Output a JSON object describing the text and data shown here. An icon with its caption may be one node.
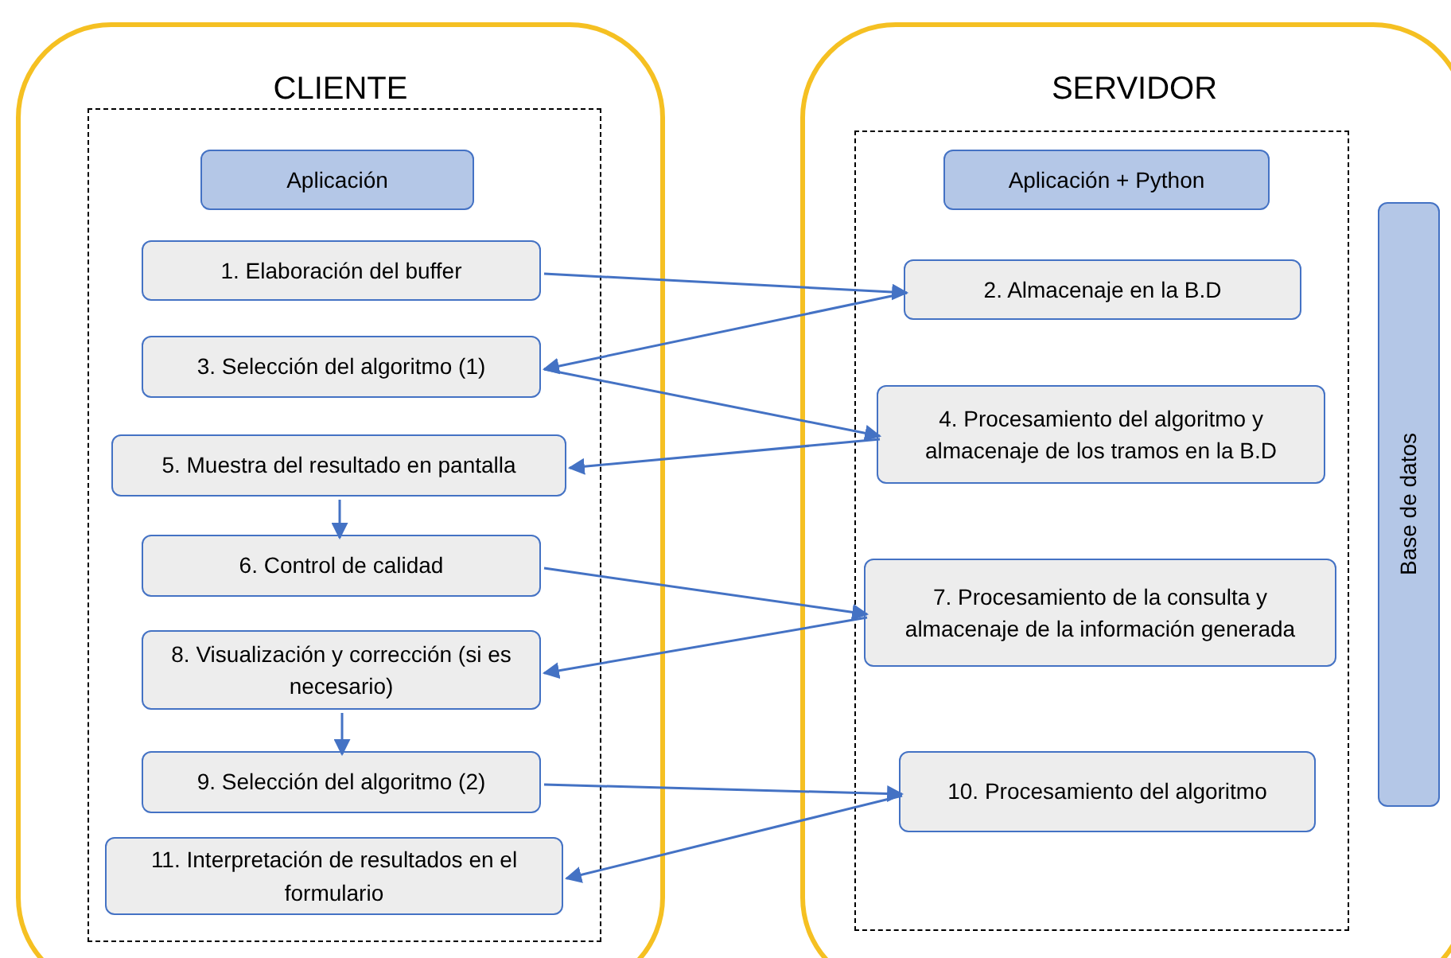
{
  "diagram": {
    "nodes": [
      {
        "text": [
          "CLIENTE"
        ]
      },
      {
        "text": [],
        "shape": "box",
        "in": 0
      },
      {
        "text": [
          "Aplicación"
        ],
        "in": 1
      },
      {
        "text": [
          "1. Elaboración del buffer"
        ],
        "in": 1
      },
      {
        "text": [
          "3. Selección del algoritmo (1)"
        ],
        "in": 1
      },
      {
        "text": [
          "5. Muestra del resultado en pantalla"
        ],
        "in": 1
      },
      {
        "text": [
          "6. Control de calidad"
        ],
        "in": 1
      },
      {
        "text": [
          "8. Visualización y corrección (si es necesario)"
        ],
        "in": 1
      },
      {
        "text": [
          "9. Selección del algoritmo (2)"
        ],
        "in": 1
      },
      {
        "text": [
          "11. Interpretación de resultados en el formulario"
        ],
        "in": 1
      },
      {
        "text": [
          "SERVIDOR"
        ]
      },
      {
        "text": [],
        "shape": "box",
        "in": 10
      },
      {
        "text": [
          "Aplicación + Python"
        ],
        "in": 11
      },
      {
        "text": [
          "2. Almacenaje en la B.D"
        ],
        "in": 11
      },
      {
        "text": [
          "4. Procesamiento del algoritmo y almacenaje de los tramos en la B.D"
        ],
        "in": 11
      },
      {
        "text": [
          "7. Procesamiento de la consulta y almacenaje de la información generada"
        ],
        "in": 11
      },
      {
        "text": [
          "10. Procesamiento del algoritmo"
        ],
        "in": 11
      },
      {
        "text": [
          "Base de datos"
        ],
        "in": 10
      }
    ],
    "edges": [
      {
        "from": 3,
        "to": 13,
        "arrow": "to"
      },
      {
        "from": 13,
        "to": 4,
        "arrow": "to"
      },
      {
        "from": 4,
        "to": 14,
        "arrow": "to"
      },
      {
        "from": 14,
        "to": 5,
        "arrow": "to"
      },
      {
        "from": 5,
        "to": 6,
        "arrow": "to"
      },
      {
        "from": 6,
        "to": 15,
        "arrow": "to"
      },
      {
        "from": 15,
        "to": 7,
        "arrow": "to"
      },
      {
        "from": 7,
        "to": 8,
        "arrow": "to"
      },
      {
        "from": 8,
        "to": 16,
        "arrow": "to"
      },
      {
        "from": 16,
        "to": 9,
        "arrow": "to"
      }
    ]
  }
}
